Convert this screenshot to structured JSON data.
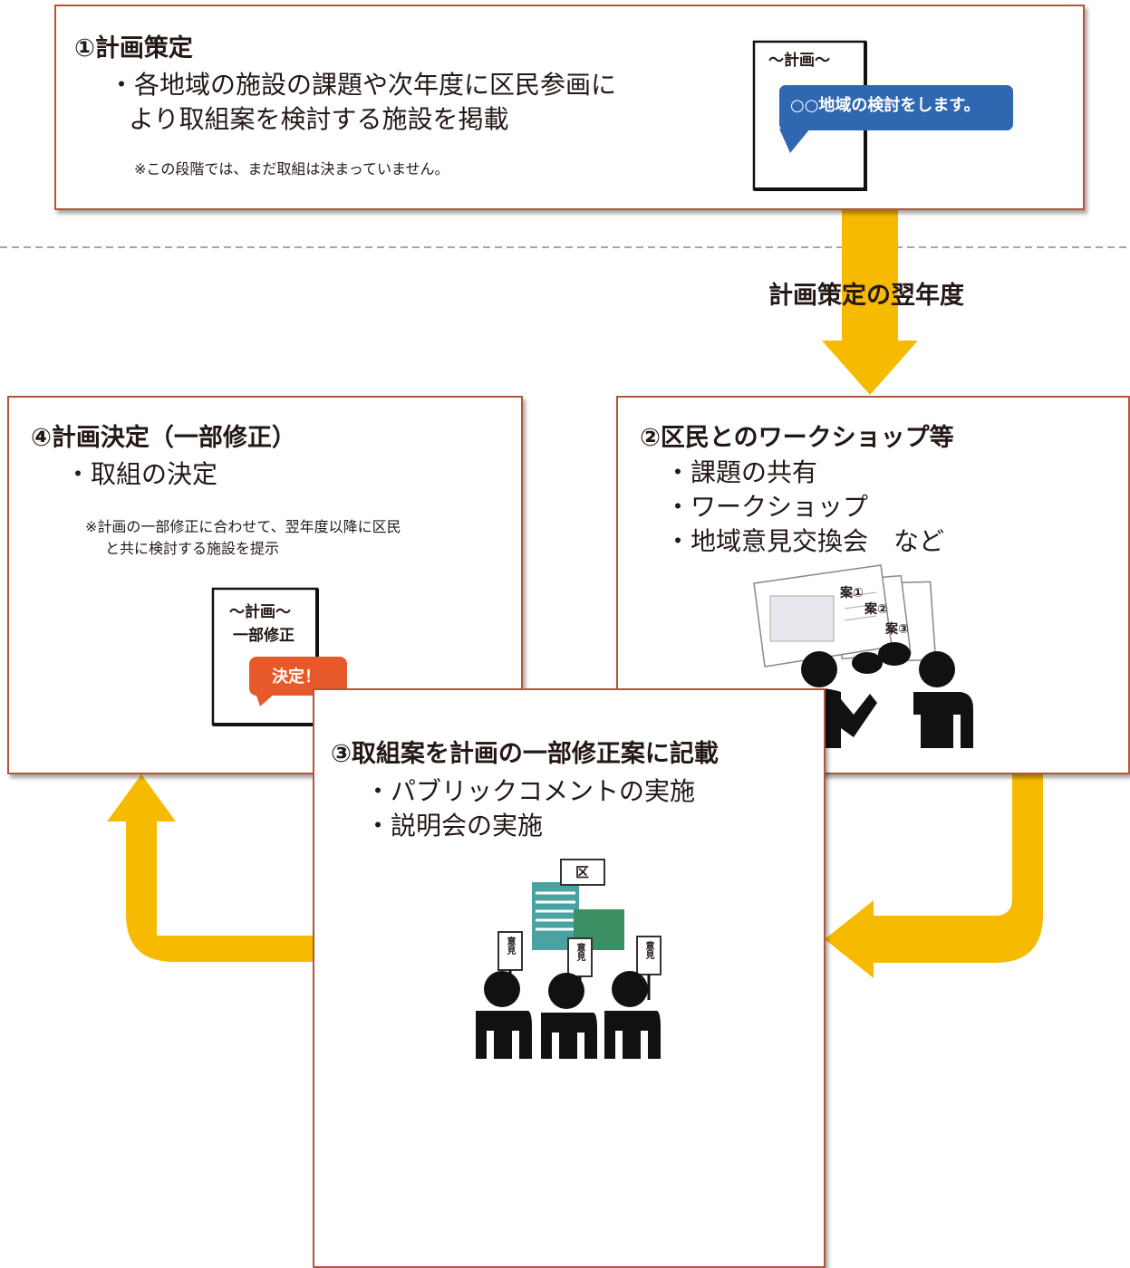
{
  "colors": {
    "box_border": "#b5543a",
    "arrow": "#f6bb00",
    "divider": "#a6a6a6",
    "bubble_blue": "#2f67b1",
    "bubble_orange": "#e8592a"
  },
  "step1": {
    "title": "①計画策定",
    "bullet_line1": "・各地域の施設の課題や次年度に区民参画に",
    "bullet_line2": "より取組案を検討する施設を掲載",
    "note": "※この段階では、まだ取組は決まっていません。",
    "doc_label": "～計画～",
    "bubble": "○○地域の検討をします。"
  },
  "transition_label": "計画策定の翌年度",
  "step2": {
    "title": "②区民とのワークショップ等",
    "bullets": [
      "・課題の共有",
      "・ワークショップ",
      "・地域意見交換会　など"
    ],
    "paper_labels": [
      "案①",
      "案②",
      "案③"
    ]
  },
  "step3": {
    "title": "③取組案を計画の一部修正案に記載",
    "bullets": [
      "・パブリックコメントの実施",
      "・説明会の実施"
    ],
    "building_sign": "区",
    "placard": "意見"
  },
  "step4": {
    "title": "④計画決定（一部修正）",
    "bullet": "・取組の決定",
    "note_line1": "※計画の一部修正に合わせて、翌年度以降に区民",
    "note_line2": "と共に検討する施設を提示",
    "doc_label_line1": "～計画～",
    "doc_label_line2": "一部修正",
    "bubble": "決定！"
  }
}
